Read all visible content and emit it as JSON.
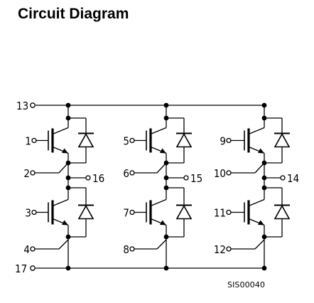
{
  "title": "Circuit Diagram",
  "drawing_code": "SIS00040",
  "pins": {
    "top_rail": "13",
    "bottom_rail": "17",
    "phases": [
      {
        "gate_high": "1",
        "emitter_high": "2",
        "output": "16",
        "gate_low": "3",
        "emitter_low": "4"
      },
      {
        "gate_high": "5",
        "emitter_high": "6",
        "output": "15",
        "gate_low": "7",
        "emitter_low": "8"
      },
      {
        "gate_high": "9",
        "emitter_high": "10",
        "output": "14",
        "gate_low": "11",
        "emitter_low": "12"
      }
    ]
  }
}
